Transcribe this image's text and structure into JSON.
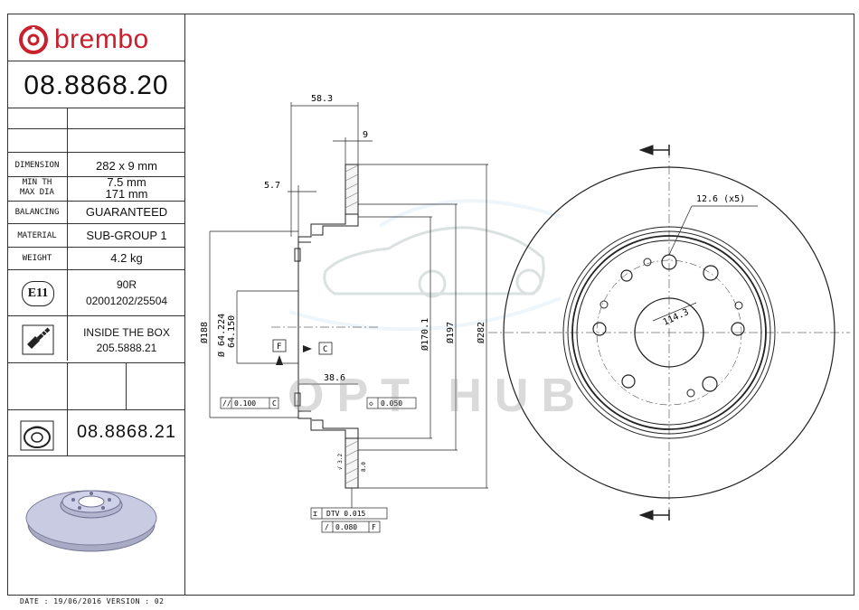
{
  "brand": {
    "name": "brembo",
    "color": "#c8202c"
  },
  "part_number": "08.8868.20",
  "specs": [
    {
      "label": "DIMENSION",
      "value": "282 x 9 mm"
    },
    {
      "label": "MIN TH",
      "value": "7.5 mm"
    },
    {
      "label": "MAX DIA",
      "value": "171 mm"
    },
    {
      "label": "BALANCING",
      "value": "GUARANTEED"
    },
    {
      "label": "MATERIAL",
      "value": "SUB-GROUP 1"
    },
    {
      "label": "WEIGHT",
      "value": "4.2 kg"
    }
  ],
  "approval": {
    "mark": "E11",
    "line1": "90R",
    "line2": "02001202/25504"
  },
  "inside_box": {
    "line1": "INSIDE THE BOX",
    "line2": "205.5888.21",
    "icon": "screw-icon"
  },
  "alt_part": {
    "number": "08.8868.21",
    "icon": "disc-coated-icon"
  },
  "footer": "DATE : 19/06/2016 VERSION : 02",
  "watermark": "OPT HUB",
  "drawing": {
    "dims": {
      "d58_3": "58.3",
      "d9": "9",
      "d5_7": "5.7",
      "d38_6": "38.6",
      "d188": "Ø188",
      "d64_224": "Ø 64.224",
      "d64_150": "64.150",
      "d170_1": "Ø170.1",
      "d197": "Ø197",
      "d282": "Ø282",
      "holes": "12.6 (x5)",
      "pcd": "114.3",
      "datum_f": "F",
      "datum_c": "C",
      "tol1_sym": "//",
      "tol1_val": "0.100",
      "tol1_ref": "C",
      "tol2_sym": "◇",
      "tol2_val": "0.050",
      "tol3_sym": "⌶",
      "tol3_val": "DTV 0.015",
      "tol4_sym": "/",
      "tol4_val": "0.080",
      "tol4_ref": "F",
      "ra1": "√ 3.2",
      "ra2": "8.0"
    }
  }
}
